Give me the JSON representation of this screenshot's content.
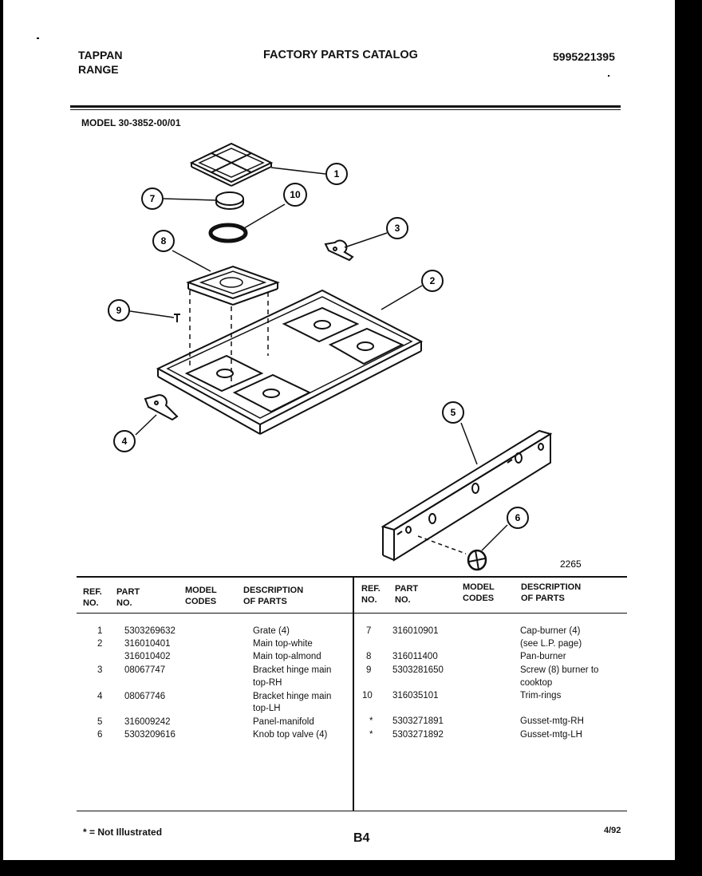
{
  "header": {
    "brand_line1": "TAPPAN",
    "brand_line2": "RANGE",
    "title": "FACTORY PARTS CATALOG",
    "catalog_number": "5995221395"
  },
  "model_line": "MODEL  30-3852-00/01",
  "diagram": {
    "callouts": [
      "1",
      "2",
      "3",
      "4",
      "5",
      "6",
      "7",
      "8",
      "9",
      "10"
    ],
    "figure_number": "2265"
  },
  "table": {
    "columns": {
      "ref": [
        "REF.",
        "NO."
      ],
      "part": [
        "PART",
        "NO."
      ],
      "codes": [
        "MODEL",
        "CODES"
      ],
      "desc": [
        "DESCRIPTION",
        "OF PARTS"
      ]
    },
    "left_rows": [
      {
        "ref": "1",
        "part": "5303269632",
        "desc": "Grate (4)"
      },
      {
        "ref": "2",
        "part": "316010401",
        "desc": "Main top-white"
      },
      {
        "ref": "",
        "part": "316010402",
        "desc": "Main top-almond"
      },
      {
        "ref": "3",
        "part": "08067747",
        "desc": "Bracket hinge main"
      },
      {
        "ref": "",
        "part": "",
        "desc": "top-RH"
      },
      {
        "ref": "4",
        "part": "08067746",
        "desc": "Bracket hinge main"
      },
      {
        "ref": "",
        "part": "",
        "desc": "top-LH"
      },
      {
        "ref": "5",
        "part": "316009242",
        "desc": "Panel-manifold"
      },
      {
        "ref": "6",
        "part": "5303209616",
        "desc": "Knob top valve (4)"
      }
    ],
    "right_rows": [
      {
        "ref": "7",
        "part": "316010901",
        "desc": "Cap-burner (4)"
      },
      {
        "ref": "",
        "part": "",
        "desc": "(see L.P. page)"
      },
      {
        "ref": "8",
        "part": "316011400",
        "desc": "Pan-burner"
      },
      {
        "ref": "9",
        "part": "5303281650",
        "desc": "Screw (8) burner to"
      },
      {
        "ref": "",
        "part": "",
        "desc": "cooktop"
      },
      {
        "ref": "10",
        "part": "316035101",
        "desc": "Trim-rings"
      },
      {
        "ref": "*",
        "part": "5303271891",
        "desc": "Gusset-mtg-RH"
      },
      {
        "ref": "*",
        "part": "5303271892",
        "desc": "Gusset-mtg-LH"
      }
    ]
  },
  "footer": {
    "note": "* = Not Illustrated",
    "page": "B4",
    "date": "4/92"
  }
}
